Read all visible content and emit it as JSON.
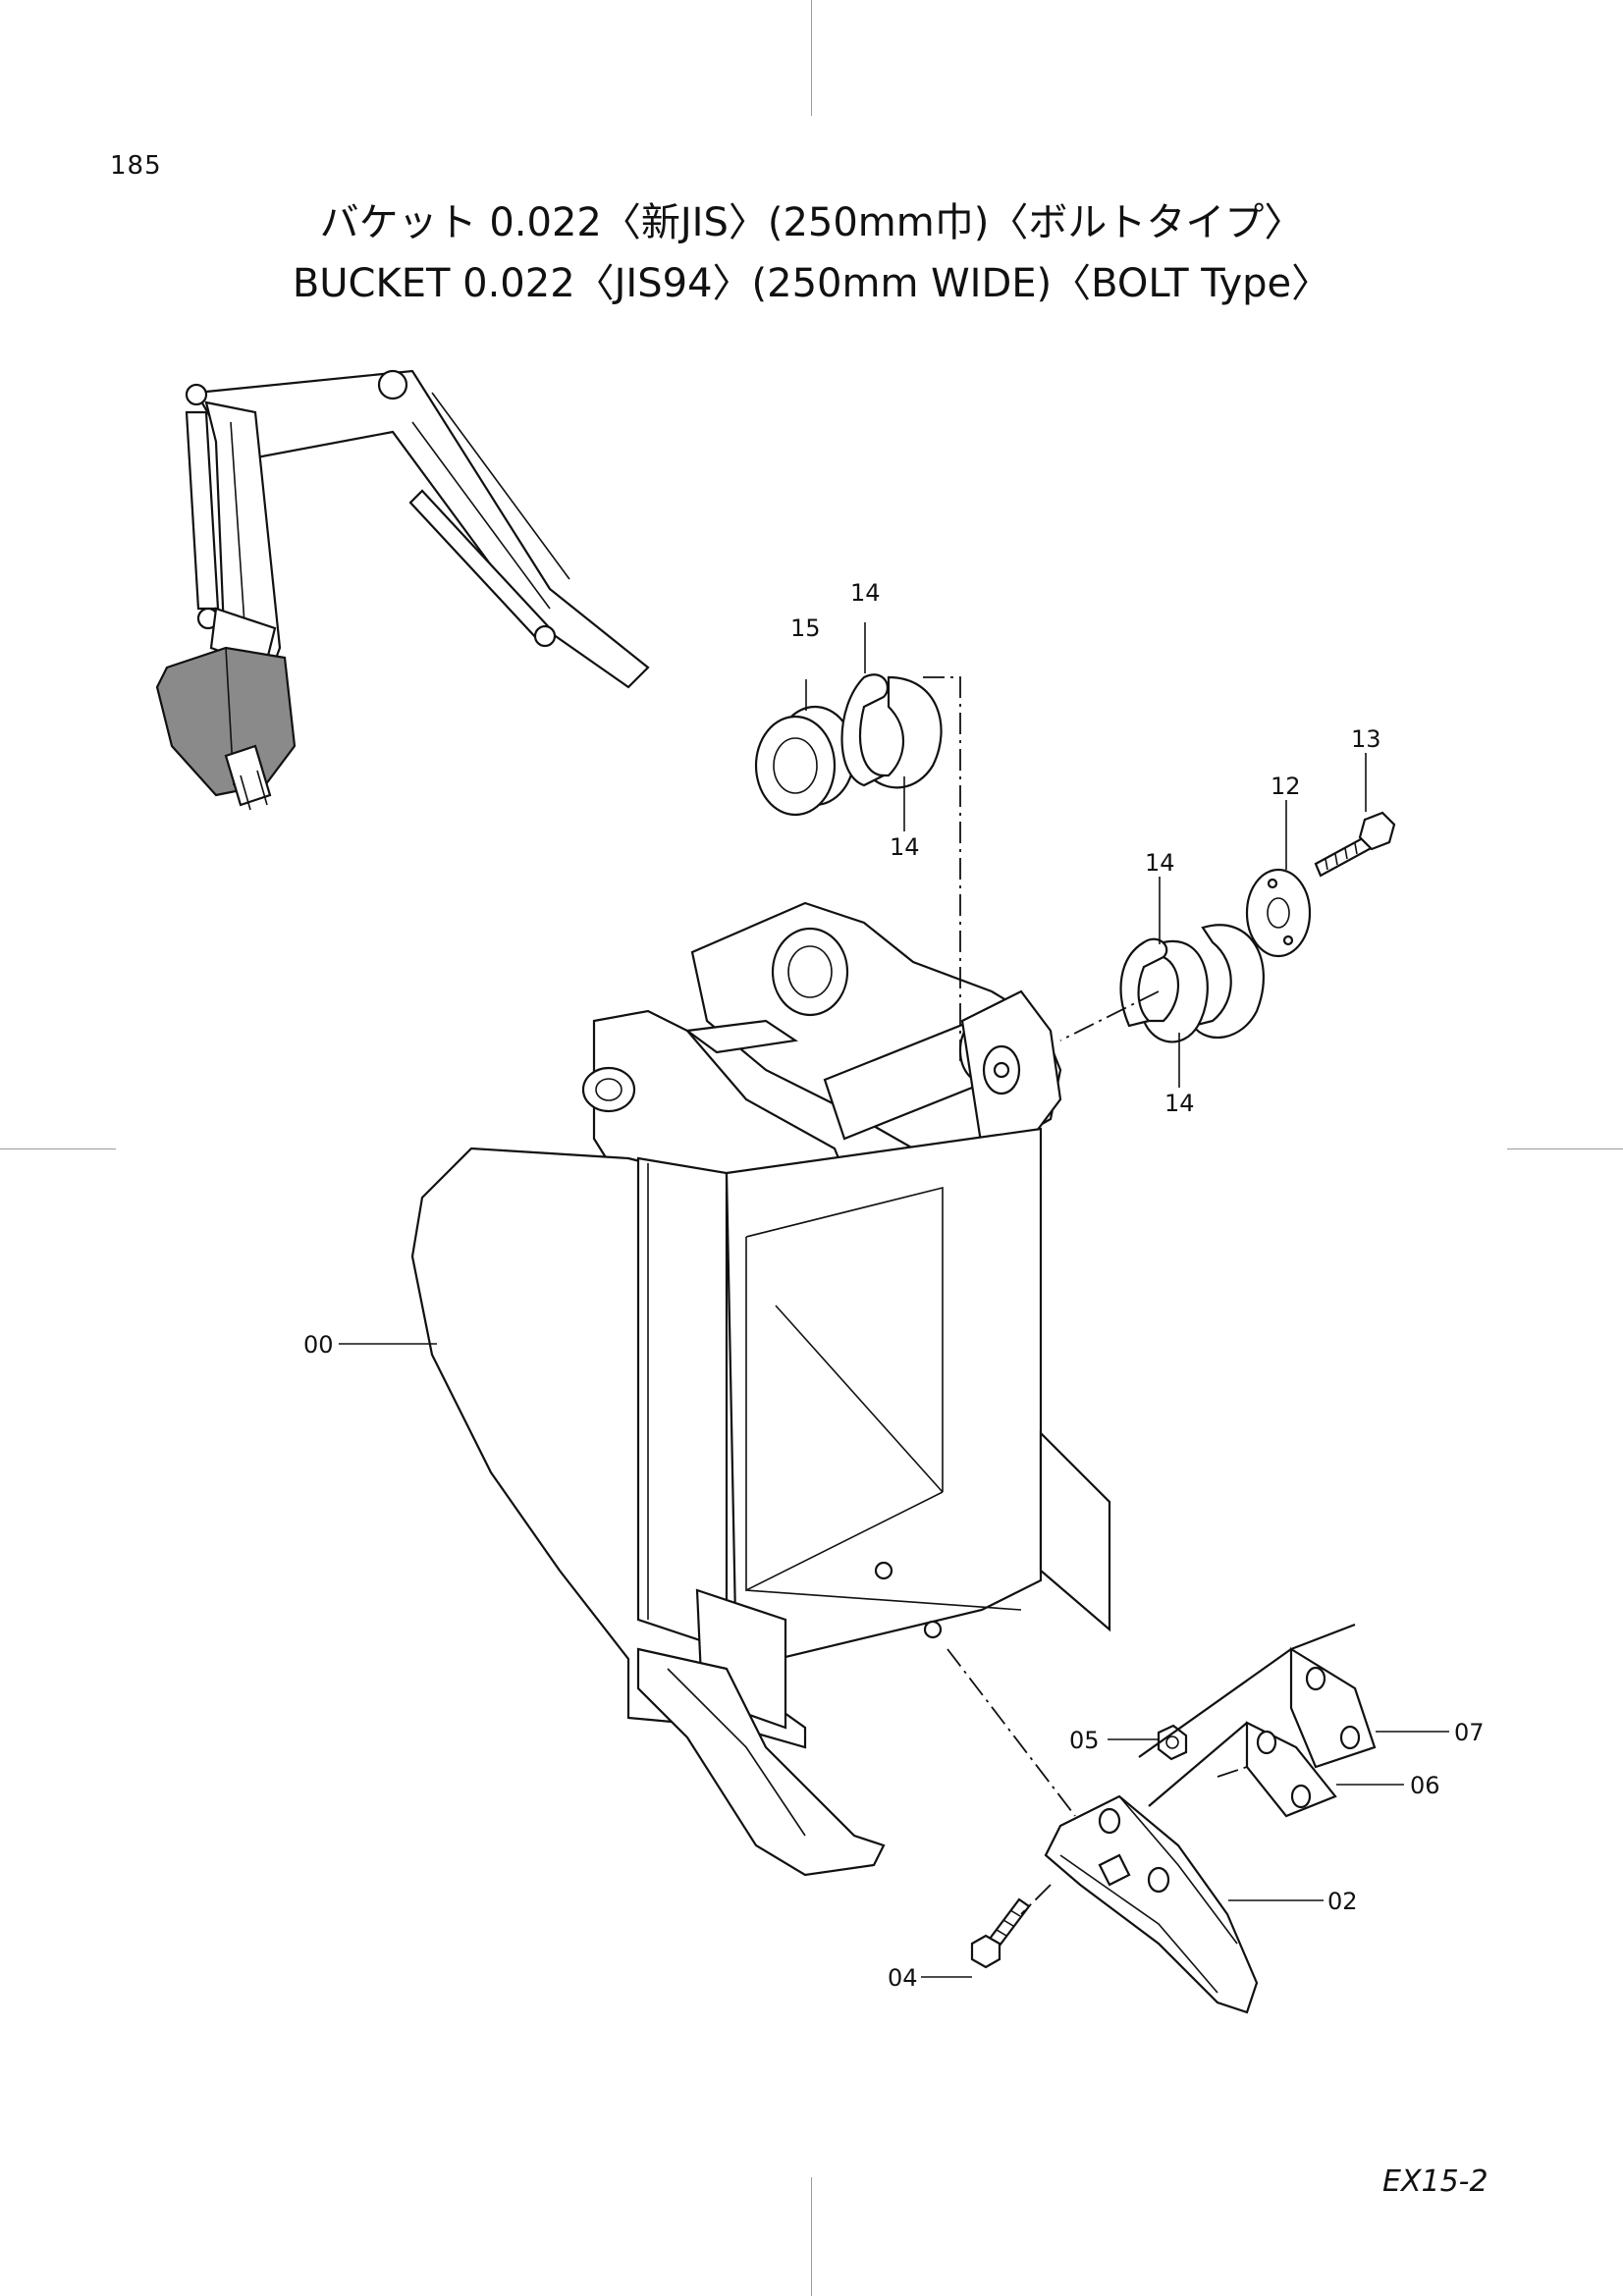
{
  "page": {
    "number": "185",
    "title_jp": "バケット 0.022〈新JIS〉(250mm巾)〈ボルトタイプ〉",
    "title_en": "BUCKET 0.022〈JIS94〉(250mm WIDE)〈BOLT Type〉",
    "code": "EX15-2"
  },
  "callouts": [
    "00",
    "02",
    "04",
    "05",
    "06",
    "07",
    "12",
    "13",
    "14",
    "14",
    "14",
    "14",
    "15"
  ],
  "colors": {
    "ink": "#111111",
    "crop_mark": "#9a9a9a",
    "highlight_fill": "#8a8a8a"
  }
}
